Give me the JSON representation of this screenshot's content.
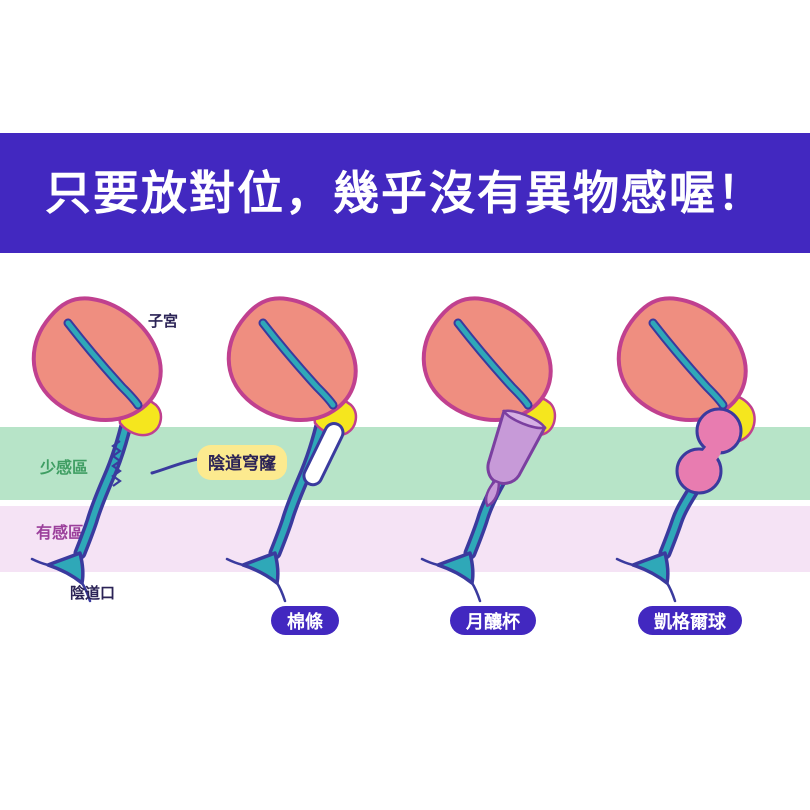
{
  "banner": {
    "title": "只要放對位，幾乎沒有異物感喔！",
    "bg_color": "#4228c0",
    "text_color": "#ffffff"
  },
  "zones": [
    {
      "id": "low-sensation",
      "label": "少感區",
      "color": "#b7e4c8",
      "text_color": "#3f9e63"
    },
    {
      "id": "high-sensation",
      "label": "有感區",
      "color": "#f5e3f5",
      "text_color": "#9b3f9b"
    }
  ],
  "annotations": {
    "uterus": "子宮",
    "vaginal_opening": "陰道口",
    "fornix_callout": "陰道穹窿",
    "callout_bg": "#fcea8f"
  },
  "diagrams": [
    {
      "id": "anatomy-plain",
      "insert": "none",
      "pill": null
    },
    {
      "id": "anatomy-tampon",
      "insert": "tampon",
      "pill": "棉條"
    },
    {
      "id": "anatomy-cup",
      "insert": "menstrual-cup",
      "pill": "月釀杯"
    },
    {
      "id": "anatomy-balls",
      "insert": "kegel-balls",
      "pill": "凱格爾球"
    }
  ],
  "pills": {
    "tampon": "棉條",
    "cup": "月釀杯",
    "balls": "凱格爾球",
    "bg_color": "#4228c0"
  },
  "palette": {
    "uterus_fill": "#ef8e80",
    "uterus_outline": "#c0408f",
    "cavity": "#2fa8b8",
    "cavity_outline": "#3a3a9e",
    "fornix_yellow": "#f5e61e",
    "canal_outline": "#3a3a9e",
    "canal_inner": "#2fa8b8",
    "cup_fill": "#c79ad8",
    "ball_fill": "#e87cb0",
    "tampon_fill": "#ffffff"
  }
}
